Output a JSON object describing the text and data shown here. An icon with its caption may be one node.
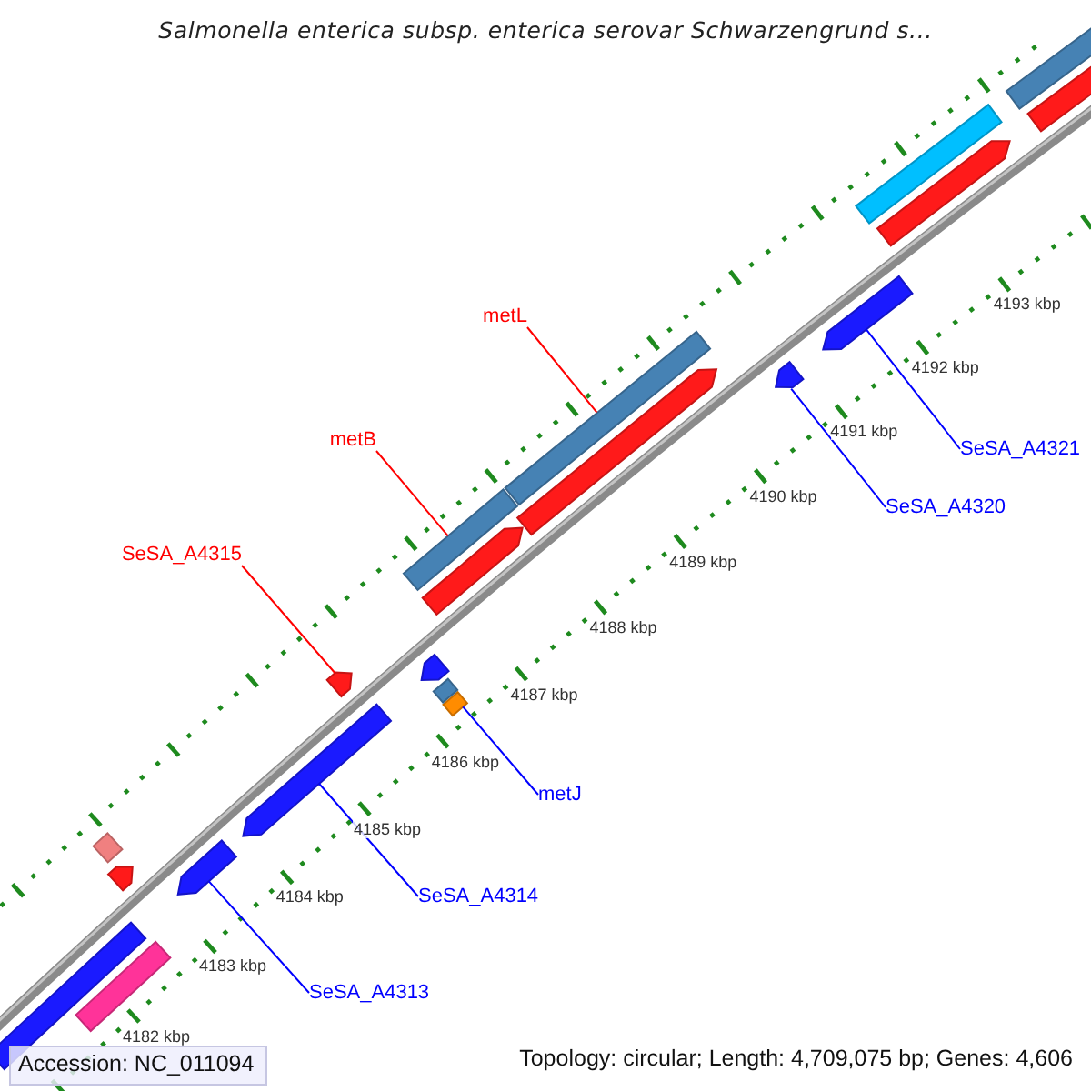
{
  "diagram": {
    "title": "Salmonella enterica subsp. enterica serovar Schwarzengrund s...",
    "nodes": [
      {
        "text": [
          "metL"
        ]
      },
      {
        "text": [
          "metB"
        ]
      },
      {
        "text": [
          "SeSA_A4315"
        ]
      },
      {
        "text": [
          "metJ"
        ]
      },
      {
        "text": [
          "SeSA_A4314"
        ]
      },
      {
        "text": [
          "SeSA_A4313"
        ]
      },
      {
        "text": [
          "SeSA_A4320"
        ]
      },
      {
        "text": [
          "SeSA_A4321"
        ]
      },
      {
        "text": [],
        "shape": "bar"
      },
      {
        "text": [],
        "shape": "bar"
      },
      {
        "text": [],
        "shape": "bar"
      },
      {
        "text": [],
        "shape": "bar"
      },
      {
        "text": [],
        "shape": "bar"
      },
      {
        "text": [],
        "shape": "bar"
      },
      {
        "text": [],
        "shape": "bar"
      },
      {
        "text": [],
        "shape": "bar"
      },
      {
        "text": [],
        "shape": "bar"
      },
      {
        "text": [],
        "shape": "bar"
      },
      {
        "text": [],
        "shape": "bar"
      },
      {
        "text": [],
        "shape": "bar"
      },
      {
        "text": [],
        "shape": "bar"
      },
      {
        "text": [],
        "shape": "bar"
      },
      {
        "text": [],
        "shape": "bar"
      },
      {
        "text": [],
        "shape": "bar"
      },
      {
        "text": [],
        "shape": "bar"
      },
      {
        "text": [],
        "shape": "bar"
      },
      {
        "text": [],
        "shape": "bar"
      },
      {
        "text": [],
        "shape": "bar"
      }
    ],
    "edges": [
      {
        "from": 0,
        "to": 8,
        "arrow": "none",
        "color": "#ff0000"
      },
      {
        "from": 1,
        "to": 9,
        "arrow": "none",
        "color": "#ff0000"
      },
      {
        "from": 2,
        "to": 10,
        "arrow": "none",
        "color": "#ff0000"
      },
      {
        "from": 3,
        "to": 11,
        "arrow": "none"
      },
      {
        "from": 4,
        "to": 12,
        "arrow": "none"
      },
      {
        "from": 5,
        "to": 13,
        "arrow": "none"
      },
      {
        "from": 6,
        "to": 14,
        "arrow": "none"
      },
      {
        "from": 7,
        "to": 15,
        "arrow": "none"
      }
    ],
    "labels": [
      "4182 kbp",
      "4183 kbp",
      "4184 kbp",
      "4185 kbp",
      "4186 kbp",
      "4187 kbp",
      "4188 kbp",
      "4189 kbp",
      "4190 kbp",
      "4191 kbp",
      "4192 kbp",
      "4193 kbp",
      "Accession: NC_011094",
      "Topology: circular; Length: 4,709,075 bp; Genes: 4,606"
    ]
  }
}
